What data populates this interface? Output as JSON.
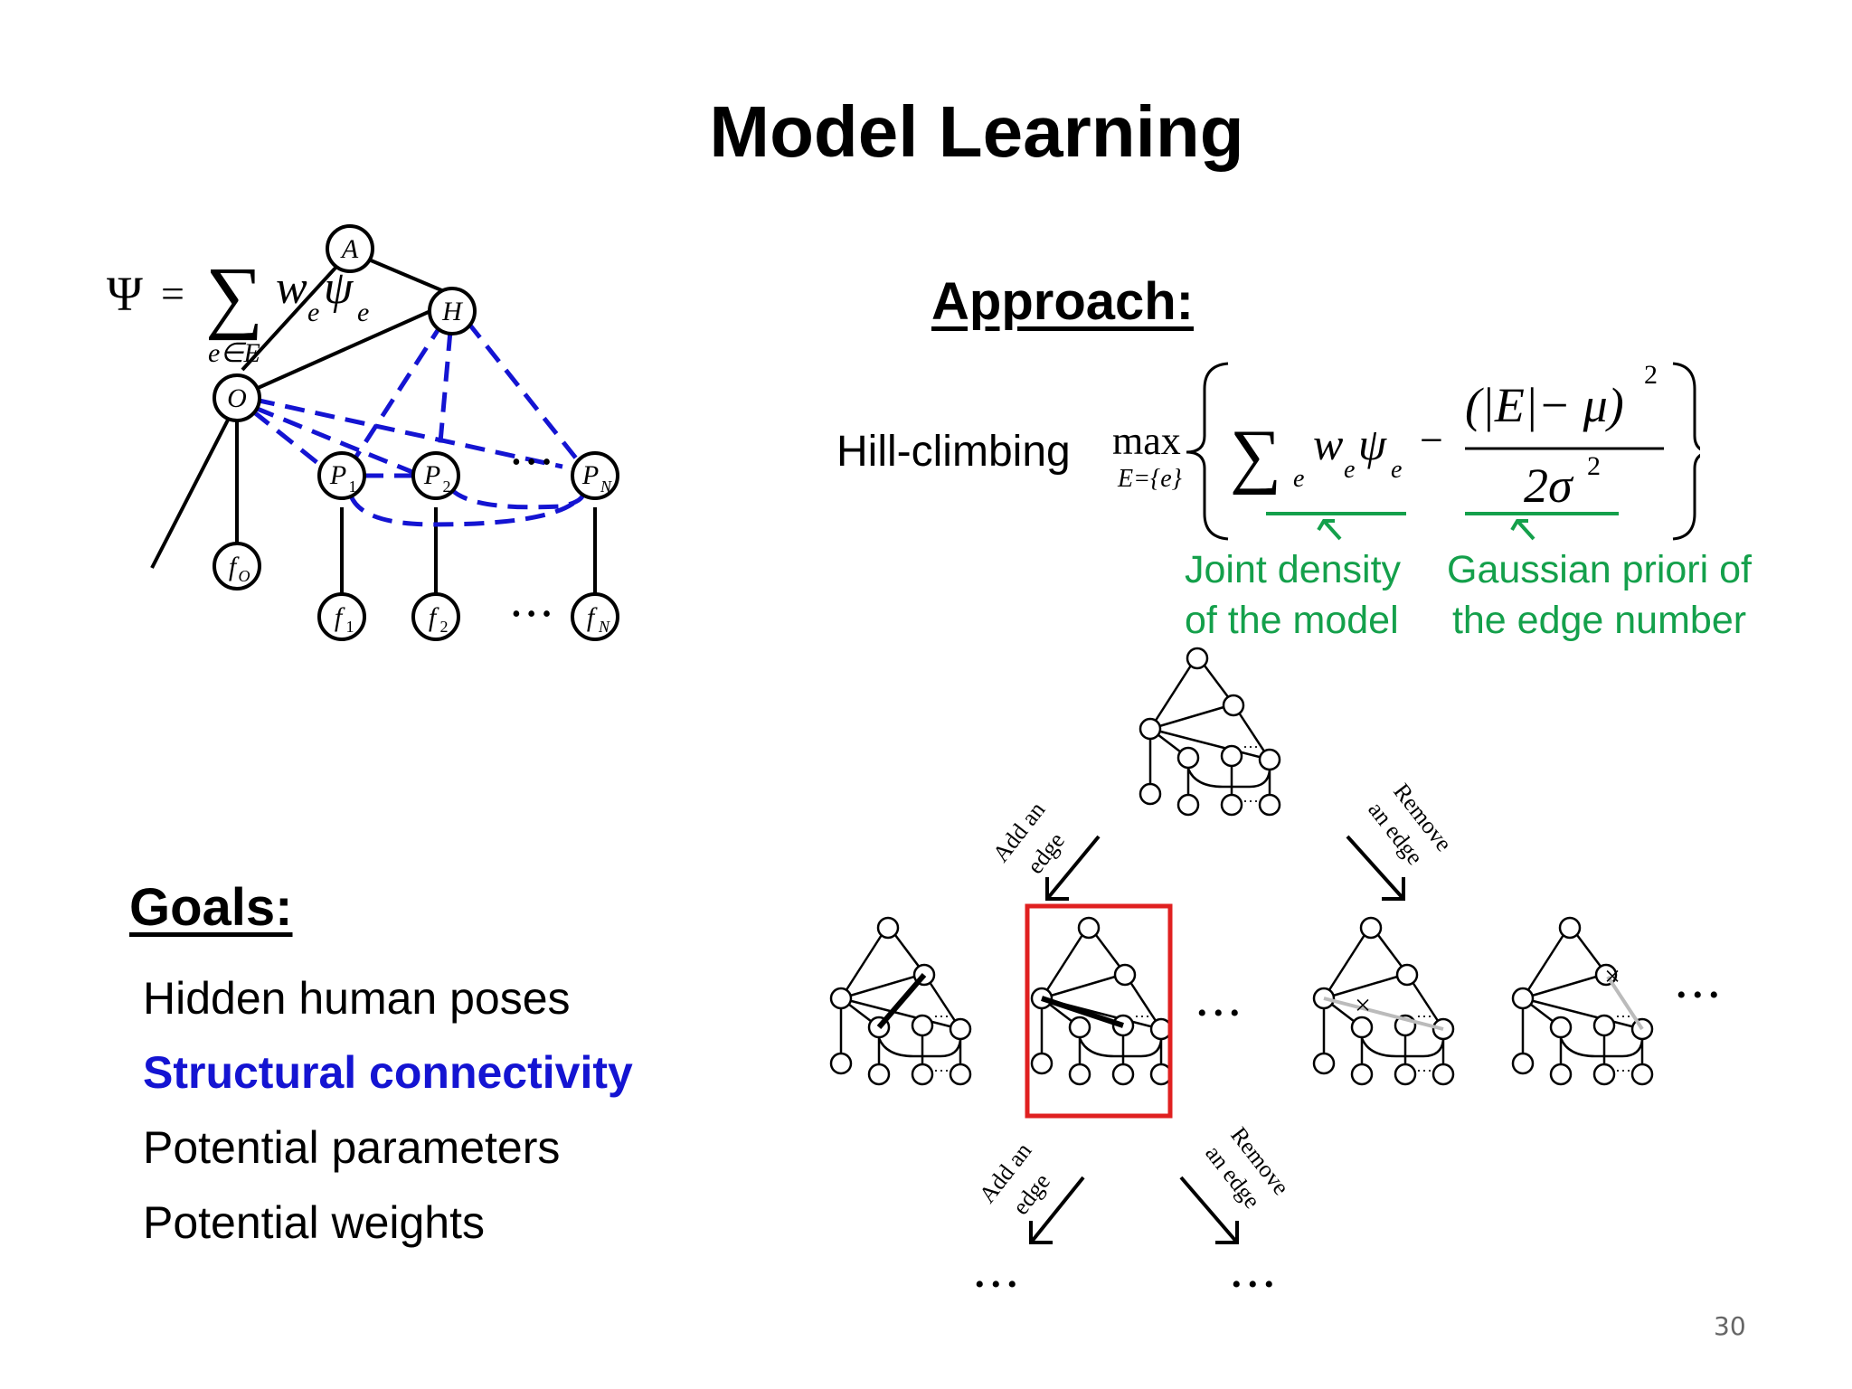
{
  "slide": {
    "title": "Model Learning",
    "page_number": "30"
  },
  "formula": {
    "psi_lhs": "Ψ",
    "equals": "=",
    "sum": "∑",
    "term": "w",
    "term_sub": "e",
    "psi_small": "ψ",
    "psi_small_sub": "e",
    "under": "e∈E"
  },
  "graph": {
    "nodes": {
      "A": "A",
      "H": "H",
      "O": "O",
      "P1": "P",
      "P1_sub": "1",
      "P2": "P",
      "P2_sub": "2",
      "PN": "P",
      "PN_sub": "N",
      "fO": "f",
      "fO_sub": "O",
      "f1": "f",
      "f1_sub": "1",
      "f2": "f",
      "f2_sub": "2",
      "fN": "f",
      "fN_sub": "N"
    },
    "ellipsis": "• • •",
    "colors": {
      "dashed_edge": "#1414d2",
      "solid_edge": "#000000"
    }
  },
  "approach": {
    "heading": "Approach:",
    "method": "Hill-climbing",
    "max": "max",
    "max_sub": "E={e}",
    "numerator": "(|E|− μ)",
    "numerator_exp": "2",
    "denominator": "2σ",
    "denominator_exp": "2",
    "annotation_left": [
      "Joint density",
      "of the model"
    ],
    "annotation_right": [
      "Gaussian priori of",
      "the edge number"
    ],
    "annotation_color": "#14a04b"
  },
  "search": {
    "top_left_arrow": [
      "Add an",
      "edge"
    ],
    "top_right_arrow": [
      "Remove",
      "an edge"
    ],
    "bottom_left_arrow": [
      "Add an",
      "edge"
    ],
    "bottom_right_arrow": [
      "Remove",
      "an edge"
    ],
    "ellipsis": "• • •",
    "small_ellipsis": "···",
    "highlight_color": "#e02020"
  },
  "goals": {
    "heading": "Goals:",
    "items": [
      "Hidden human poses",
      "Structural connectivity",
      "Potential parameters",
      "Potential weights"
    ],
    "highlight_color": "#1414d2"
  }
}
